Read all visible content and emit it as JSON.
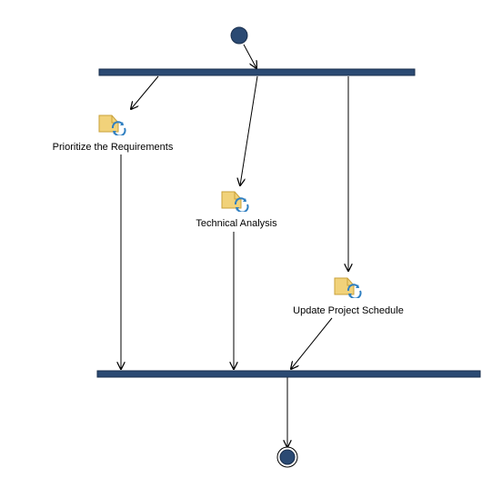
{
  "diagram": {
    "type": "activity-diagram",
    "colors": {
      "node_fill": "#2b4a73",
      "node_stroke": "#1a2f4d",
      "edge": "#000000",
      "icon_folder": "#f1d27a",
      "icon_folder_stroke": "#c9a13b",
      "icon_arrows": "#2f7fc1"
    },
    "activities": [
      {
        "id": "prioritize",
        "label": "Prioritize the Requirements",
        "icon": "activity-icon"
      },
      {
        "id": "technical",
        "label": "Technical Analysis",
        "icon": "activity-icon"
      },
      {
        "id": "update",
        "label": "Update Project Schedule",
        "icon": "activity-icon"
      }
    ],
    "control_nodes": [
      {
        "id": "initial",
        "kind": "initial-node"
      },
      {
        "id": "fork",
        "kind": "fork-bar"
      },
      {
        "id": "join",
        "kind": "join-bar"
      },
      {
        "id": "final",
        "kind": "final-node"
      }
    ],
    "edges": [
      {
        "from": "initial",
        "to": "fork"
      },
      {
        "from": "fork",
        "to": "prioritize"
      },
      {
        "from": "fork",
        "to": "technical"
      },
      {
        "from": "fork",
        "to": "update"
      },
      {
        "from": "prioritize",
        "to": "join"
      },
      {
        "from": "technical",
        "to": "join"
      },
      {
        "from": "update",
        "to": "join"
      },
      {
        "from": "join",
        "to": "final"
      }
    ]
  }
}
